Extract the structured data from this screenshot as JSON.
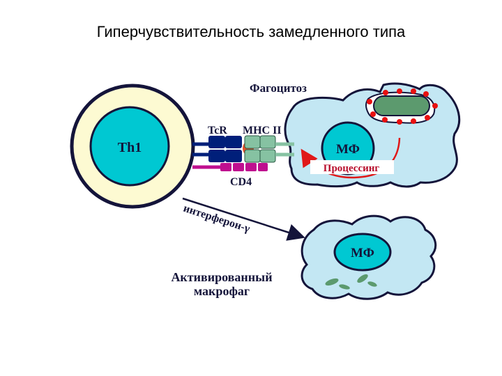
{
  "slide": {
    "title": "Гиперчувствительность замедленного типа"
  },
  "diagram": {
    "phagocytosis_label": "Фагоцитоз",
    "th1_label": "Th1",
    "tcr_label": "TcR",
    "mhc_label": "MHC II",
    "cd4_label": "CD4",
    "macrophage_label": "МФ",
    "processing_label": "Процессинг",
    "interferon_label": "интерферон-γ",
    "activated_macrophage_label": "МФ",
    "activated_caption_line1": "Активированный",
    "activated_caption_line2": "макрофаг"
  },
  "colors": {
    "cell_cyan": "#00c8d2",
    "th1_ring": "#fdfad2",
    "macrophage_body": "#c3e7f3",
    "receptor_navy": "#001f7a",
    "mhc_green": "#86c2a2",
    "cd4_magenta": "#bf0f8f",
    "bacterium": "#5c9a6e",
    "red_dots": "#e81010"
  }
}
